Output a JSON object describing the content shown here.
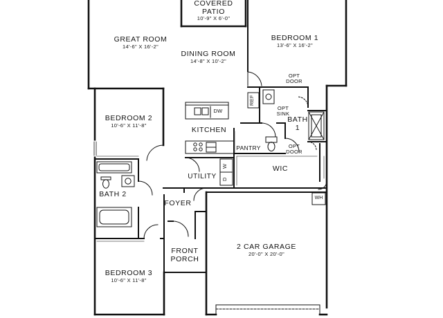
{
  "rooms": {
    "covered_patio": {
      "name_line1": "COVERED",
      "name_line2": "PATIO",
      "dims": "10'-9\" X 6'-0\""
    },
    "great_room": {
      "name": "GREAT ROOM",
      "dims": "14'-6\" X 16'-2\""
    },
    "dining_room": {
      "name": "DINING ROOM",
      "dims": "14'-8\" X 10'-2\""
    },
    "bedroom_1": {
      "name": "BEDROOM 1",
      "dims": "13'-6\" X 16'-2\""
    },
    "bedroom_2": {
      "name": "BEDROOM 2",
      "dims": "10'-6\" X 11'-8\""
    },
    "bedroom_3": {
      "name": "BEDROOM 3",
      "dims": "10'-6\" X 11'-8\""
    },
    "kitchen": {
      "name": "KITCHEN"
    },
    "pantry": {
      "name": "PANTRY"
    },
    "bath_1": {
      "name_line1": "BATH",
      "name_line2": "1"
    },
    "bath_2": {
      "name": "BATH 2"
    },
    "wic": {
      "name": "WIC"
    },
    "utility": {
      "name": "UTILITY"
    },
    "foyer": {
      "name": "FOYER"
    },
    "front_porch": {
      "name_line1": "FRONT",
      "name_line2": "PORCH"
    },
    "garage": {
      "name": "2 CAR GARAGE",
      "dims": "20'-0\" X 20'-0\""
    }
  },
  "fixtures": {
    "opt_door_top": {
      "line1": "OPT",
      "line2": "DOOR"
    },
    "opt_door_bottom": {
      "line1": "OPT",
      "line2": "DOOR"
    },
    "opt_sink": {
      "line1": "OPT",
      "line2": "SINK"
    },
    "refrigerator": "REF",
    "dishwasher": "DW",
    "washer": "W",
    "dryer": "D",
    "water_heater": "WH"
  }
}
